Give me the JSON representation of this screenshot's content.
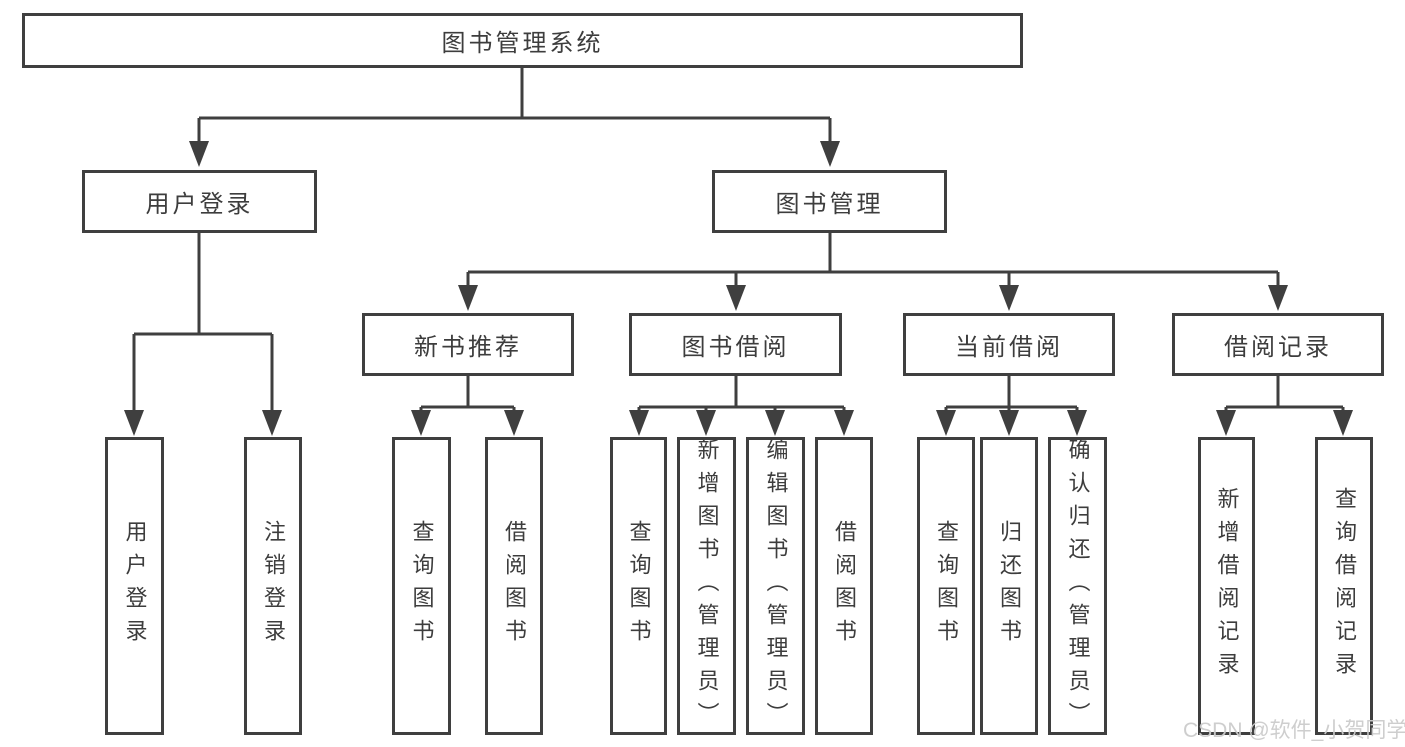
{
  "diagram_title": "图书管理系统",
  "watermark": "CSDN @软件_小贺同学",
  "colors": {
    "line": "#3f3f3f",
    "text": "#3d3d3d",
    "watermark": "#cbcbcb",
    "background": "#ffffff"
  },
  "tree": {
    "root": {
      "label": "图书管理系统"
    },
    "level2": [
      {
        "label": "用户登录",
        "parent": "图书管理系统"
      },
      {
        "label": "图书管理",
        "parent": "图书管理系统"
      }
    ],
    "level3": [
      {
        "label": "新书推荐",
        "parent": "图书管理"
      },
      {
        "label": "图书借阅",
        "parent": "图书管理"
      },
      {
        "label": "当前借阅",
        "parent": "图书管理"
      },
      {
        "label": "借阅记录",
        "parent": "图书管理"
      }
    ],
    "leaves": [
      {
        "label": "用户登录",
        "parent": "用户登录"
      },
      {
        "label": "注销登录",
        "parent": "用户登录"
      },
      {
        "label": "查询图书",
        "parent": "新书推荐"
      },
      {
        "label": "借阅图书",
        "parent": "新书推荐"
      },
      {
        "label": "查询图书",
        "parent": "图书借阅"
      },
      {
        "label": "新增图书（管理员）",
        "parent": "图书借阅"
      },
      {
        "label": "编辑图书（管理员）",
        "parent": "图书借阅"
      },
      {
        "label": "借阅图书",
        "parent": "图书借阅"
      },
      {
        "label": "查询图书",
        "parent": "当前借阅"
      },
      {
        "label": "归还图书",
        "parent": "当前借阅"
      },
      {
        "label": "确认归还（管理员）",
        "parent": "当前借阅"
      },
      {
        "label": "新增借阅记录",
        "parent": "借阅记录"
      },
      {
        "label": "查询借阅记录",
        "parent": "借阅记录"
      }
    ]
  }
}
